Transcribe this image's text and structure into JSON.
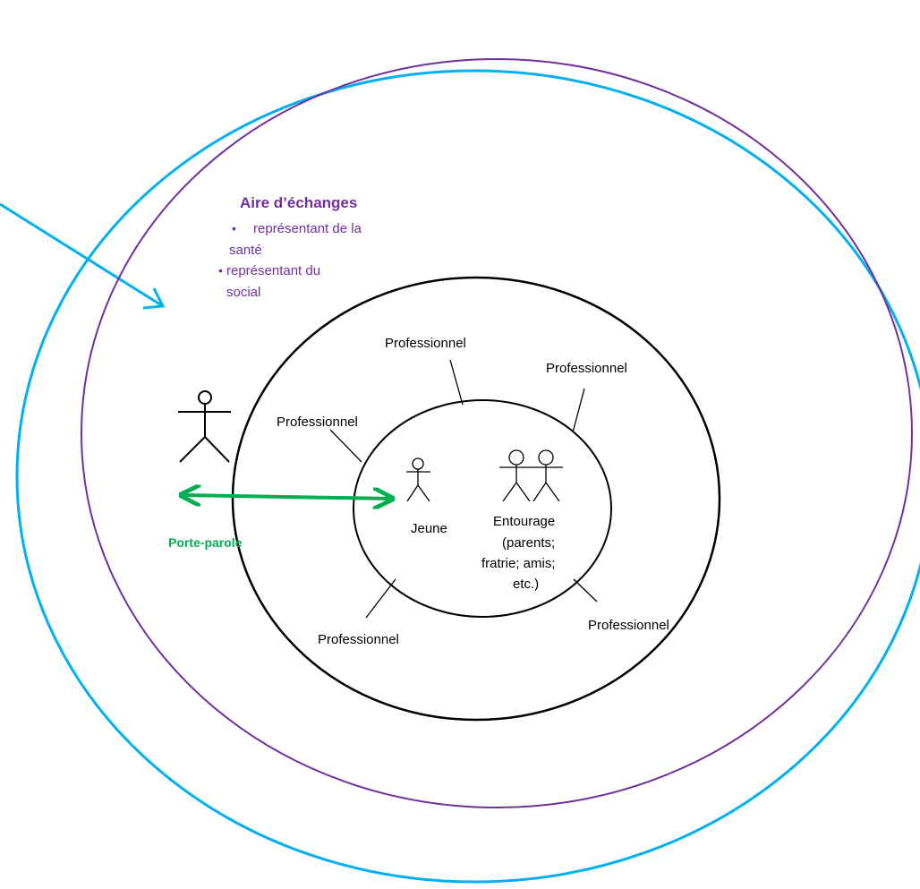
{
  "colors": {
    "outer_circle": "#00b0f0",
    "aire_circle": "#7030a0",
    "inner_circles": "#000000",
    "porte_parole": "#00b050"
  },
  "aire": {
    "title": "Aire d’échanges",
    "bullet": "•",
    "item1_line1": "représentant de la",
    "item1_line2": "santé",
    "item2_line1": "représentant du",
    "item2_line2": "social"
  },
  "professionals": {
    "top": "Professionnel",
    "top_right": "Professionnel",
    "left": "Professionnel",
    "bottom_left": "Professionnel",
    "bottom_right": "Professionnel"
  },
  "jeune": "Jeune",
  "entourage": {
    "line1": "Entourage",
    "line2": "(parents;",
    "line3": "fratrie; amis;",
    "line4": "etc.)"
  },
  "porte_parole": "Porte-parole",
  "icons": {
    "spokesperson": "stick-figure-icon",
    "jeune": "stick-figure-icon",
    "entourage": "two-stick-figures-icon"
  }
}
